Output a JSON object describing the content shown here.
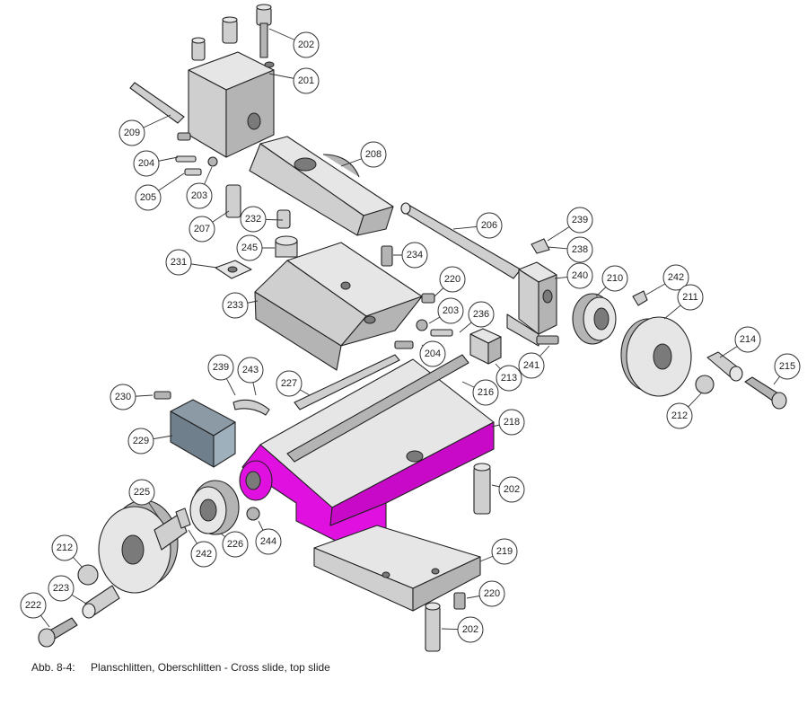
{
  "caption": {
    "number": "Abb. 8-4:",
    "text": "Planschlitten, Oberschlitten - Cross slide, top slide"
  },
  "highlight_color": "#e010e0",
  "callouts": [
    "202",
    "201",
    "209",
    "204",
    "205",
    "203",
    "208",
    "207",
    "232",
    "206",
    "239",
    "238",
    "245",
    "234",
    "231",
    "220",
    "240",
    "210",
    "242",
    "211",
    "233",
    "203",
    "236",
    "204",
    "213",
    "241",
    "214",
    "215",
    "212",
    "239",
    "243",
    "227",
    "216",
    "230",
    "218",
    "229",
    "202",
    "225",
    "212",
    "226",
    "242",
    "244",
    "219",
    "223",
    "220",
    "222",
    "202"
  ]
}
